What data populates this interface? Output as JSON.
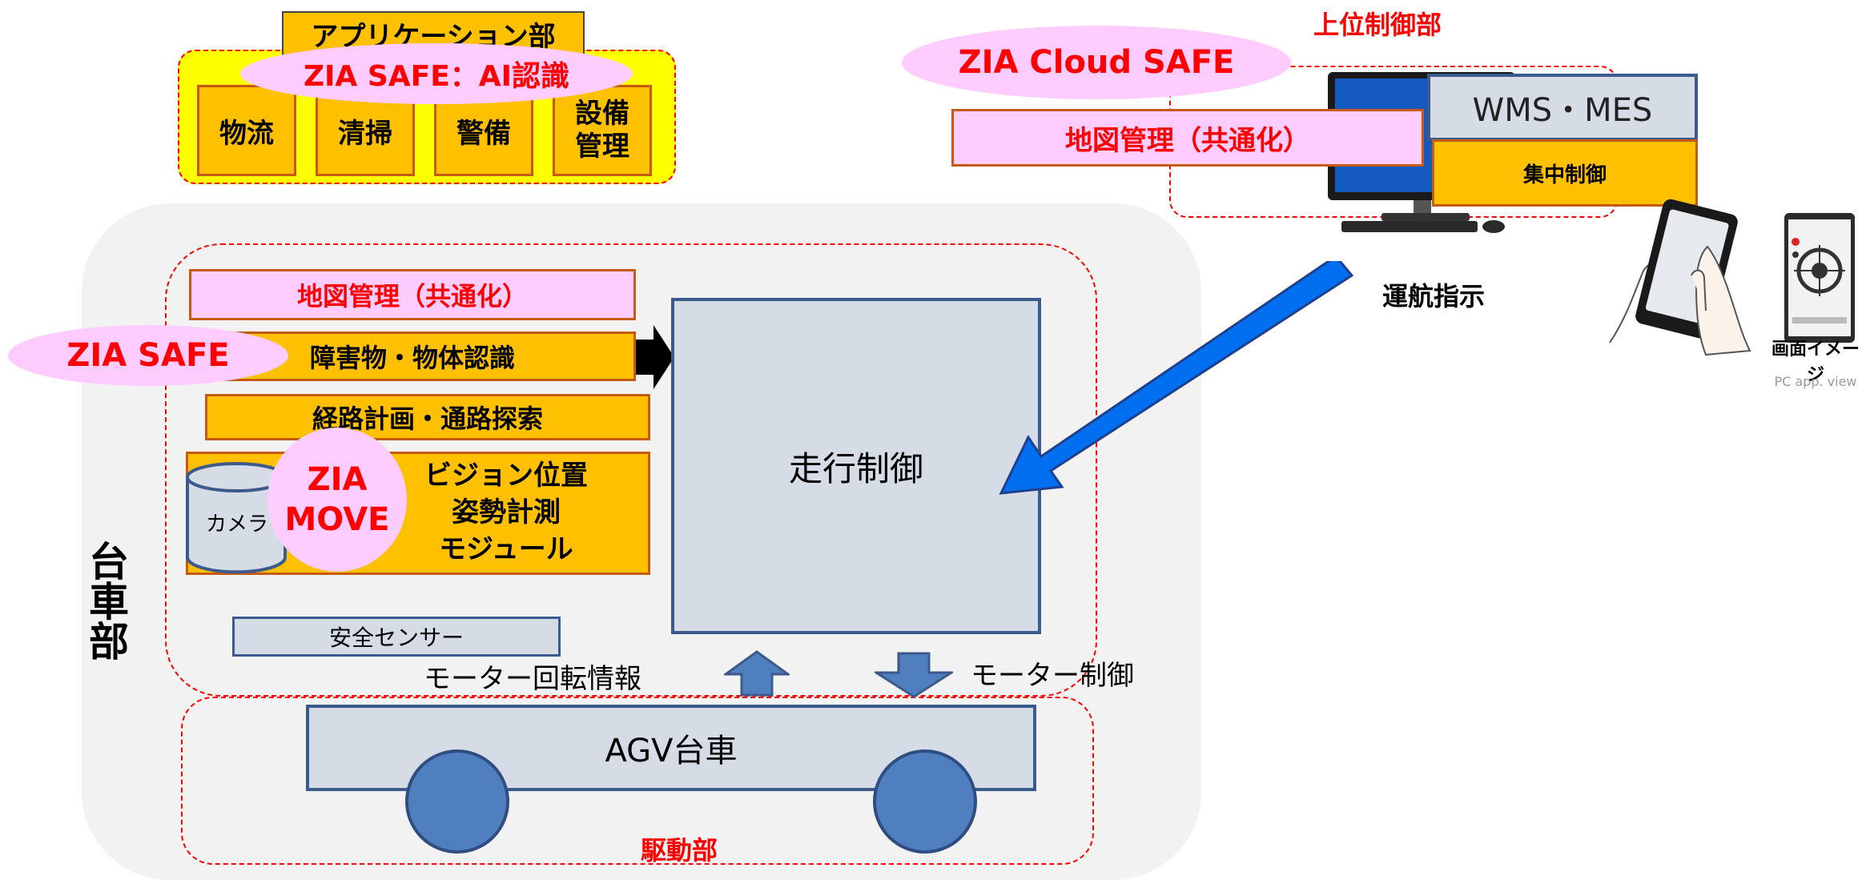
{
  "app_section": {
    "label": "アプリケーション部",
    "zia_safe_ai": "ZIA SAFE：AI認識",
    "items": [
      "物流",
      "清掃",
      "警備",
      "設備\n管理"
    ]
  },
  "upper": {
    "label": "上位制御部",
    "zia_cloud": "ZIA Cloud SAFE",
    "map_mgmt": "地図管理（共通化）",
    "wms": "WMS・MES",
    "central": "集中制御",
    "nav": "運航指示",
    "screen_label": "画面イメージ",
    "screen_sub": "PC app. view"
  },
  "cart": {
    "side_label": "台車部",
    "map_mgmt": "地図管理（共通化）",
    "zia_safe": "ZIA SAFE",
    "obstacle": "障害物・物体認識",
    "route": "経路計画・通路探索",
    "camera": "カメラ",
    "zia_move": "ZIA\nMOVE",
    "vision": "ビジョン位置\n姿勢計測\nモジュール",
    "safety": "安全センサー",
    "travel": "走行制御",
    "motor_info": "モーター回転情報",
    "motor_ctrl": "モーター制御"
  },
  "drive": {
    "label": "駆動部",
    "agv": "AGV台車"
  },
  "colors": {
    "orange": "#ffc000",
    "pink": "#ffccff",
    "gray_fill": "#d6dce5",
    "navy": "#3c5a8c",
    "blue_arrow": "#0070f0",
    "red": "#ff0000"
  }
}
